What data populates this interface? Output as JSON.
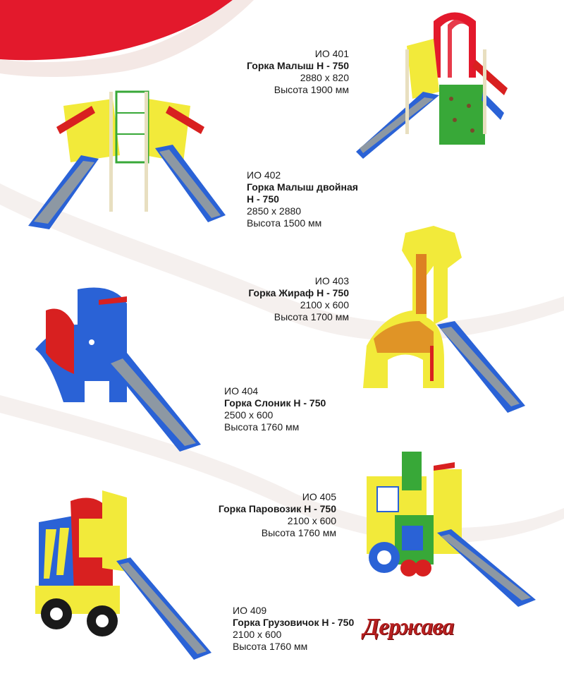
{
  "brand": {
    "logo_text": "Держава"
  },
  "products": [
    {
      "code": "ИО 401",
      "name": "Горка Малыш Н - 750",
      "size": "2880 х 820",
      "height": "Высота 1900 мм"
    },
    {
      "code": "ИО 402",
      "name_line1": "Горка Малыш двойная",
      "name_line2": "Н - 750",
      "size": "2850 х 2880",
      "height": "Высота 1500 мм"
    },
    {
      "code": "ИО 403",
      "name": "Горка Жираф Н - 750",
      "size": "2100 х 600",
      "height": "Высота 1700 мм"
    },
    {
      "code": "ИО 404",
      "name": "Горка Слоник Н - 750",
      "size": "2500 х 600",
      "height": "Высота 1760 мм"
    },
    {
      "code": "ИО 405",
      "name": "Горка Паровозик Н - 750",
      "size": "2100 х 600",
      "height": "Высота 1760 мм"
    },
    {
      "code": "ИО 409",
      "name": "Горка Грузовичок Н - 750",
      "size": "2100 х 600",
      "height": "Высота 1760 мм"
    }
  ],
  "colors": {
    "wave_red": "#e3192c",
    "wave_light": "#f3e6e2",
    "slide_blue": "#2a62d6",
    "slide_grey": "#8d98a3",
    "yellow": "#f2ea3a",
    "red": "#d82020",
    "green": "#38a838",
    "giraffe_orange": "#d96f1e"
  }
}
